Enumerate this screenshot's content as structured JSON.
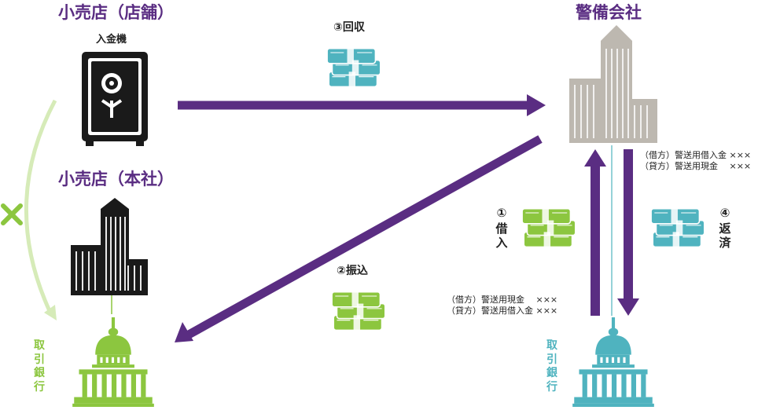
{
  "store": {
    "title": "小売店（店舗）",
    "safe_label": "入金機"
  },
  "hq": {
    "title": "小売店（本社）"
  },
  "security": {
    "title": "警備会社"
  },
  "steps": {
    "collect": "③回収",
    "transfer": "②振込",
    "borrow_num": "①",
    "borrow_text": "借入",
    "repay_num": "④",
    "repay_text": "返済"
  },
  "journal_right": {
    "line1": "（借方）警送用借入金 ×××",
    "line2": "（貸方）警送用現金　 ×××"
  },
  "journal_left": {
    "line1": "（借方）警送用現金　 ×××",
    "line2": "（貸方）警送用借入金 ×××"
  },
  "banks": {
    "left_label": "取引銀行",
    "right_label": "取引銀行"
  },
  "colors": {
    "purple": "#5a2d82",
    "green": "#8cc63f",
    "teal": "#4fb3bf",
    "gray_building": "#bdb8b0",
    "black": "#1a1a1a"
  },
  "icons": {
    "safe": "safe-icon",
    "money_stack": "money-stack-icon",
    "bank": "bank-building-icon",
    "office": "office-building-icon",
    "cross": "cross-icon"
  }
}
